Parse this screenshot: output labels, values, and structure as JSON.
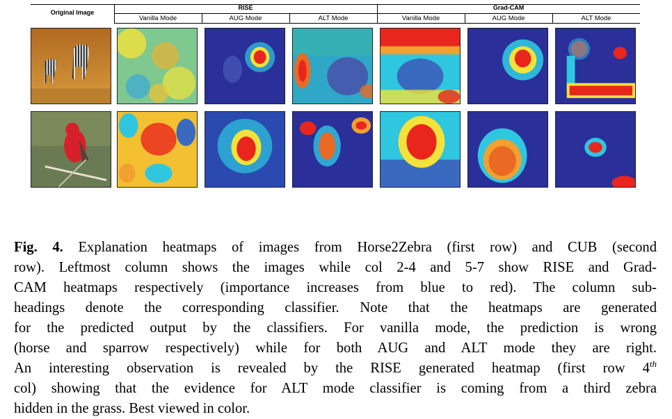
{
  "header": {
    "original_label": "Original Image",
    "groups": [
      {
        "name": "RISE",
        "subheadings": [
          "Vanilla Mode",
          "AUG Mode",
          "ALT Mode"
        ]
      },
      {
        "name": "Grad-CAM",
        "subheadings": [
          "Vanilla Mode",
          "AUG Mode",
          "ALT Mode"
        ]
      }
    ]
  },
  "caption": {
    "label": "Fig. 4.",
    "line1": " Explanation heatmaps of images from Horse2Zebra (first row) and CUB (second",
    "line2": "row). Leftmost column shows the images while col 2-4 and 5-7 show RISE and Grad-",
    "line3": "CAM heatmaps respectively (importance increases from blue to red). The column sub-",
    "line4": "headings denote the corresponding classifier. Note that the heatmaps are generated",
    "line5": "for the predicted output by the classifiers. For vanilla mode, the prediction is wrong",
    "line6": "(horse and sparrow respectively) while for both AUG and ALT mode they are right.",
    "line7a": "An interesting observation is revealed by the RISE generated heatmap (first row 4",
    "line7sup": "th",
    "line8": "col) showing that the evidence for ALT mode classifier is coming from a third zebra",
    "line9": "hidden in the grass. Best viewed in color."
  },
  "colors": {
    "heat_blue": "#2a2f9a",
    "heat_cyan": "#2fc6e0",
    "heat_yellow": "#f2e23a",
    "heat_red": "#e8261e",
    "grass_orange": "#c8842c",
    "bird_red": "#d8202a"
  }
}
